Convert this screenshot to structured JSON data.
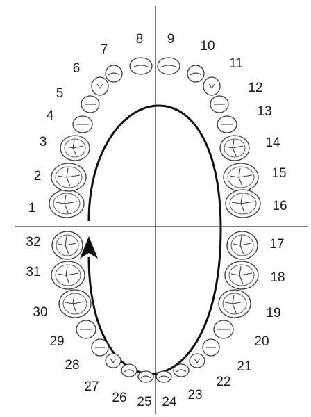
{
  "colors": {
    "line": "#333333",
    "path": "#111111",
    "background": "#ffffff"
  },
  "icons": {
    "arrow": "arrowhead-up-icon"
  },
  "teeth": [
    {
      "number": "1"
    },
    {
      "number": "2"
    },
    {
      "number": "3"
    },
    {
      "number": "4"
    },
    {
      "number": "5"
    },
    {
      "number": "6"
    },
    {
      "number": "7"
    },
    {
      "number": "8"
    },
    {
      "number": "9"
    },
    {
      "number": "10"
    },
    {
      "number": "11"
    },
    {
      "number": "12"
    },
    {
      "number": "13"
    },
    {
      "number": "14"
    },
    {
      "number": "15"
    },
    {
      "number": "16"
    },
    {
      "number": "17"
    },
    {
      "number": "18"
    },
    {
      "number": "19"
    },
    {
      "number": "20"
    },
    {
      "number": "21"
    },
    {
      "number": "22"
    },
    {
      "number": "23"
    },
    {
      "number": "24"
    },
    {
      "number": "25"
    },
    {
      "number": "26"
    },
    {
      "number": "27"
    },
    {
      "number": "28"
    },
    {
      "number": "29"
    },
    {
      "number": "30"
    },
    {
      "number": "31"
    },
    {
      "number": "32"
    }
  ]
}
